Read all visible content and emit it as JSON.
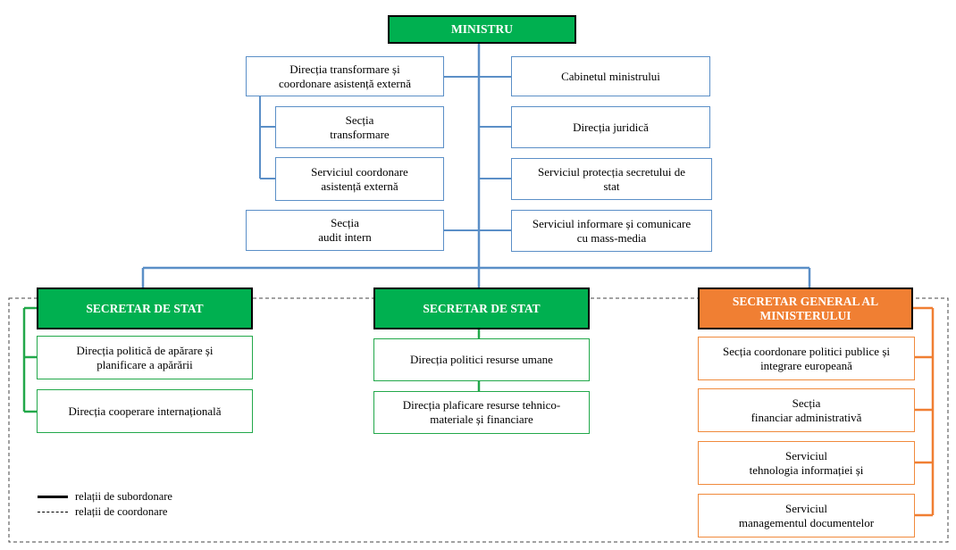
{
  "top": {
    "minister": "MINISTRU"
  },
  "left_units": {
    "directia_transformare": "Direcția transformare și\ncoordonare asistență externă",
    "sectia_transformare": "Secția\ntransformare",
    "serviciul_coordonare": "Serviciul coordonare\nasistență externă",
    "sectia_audit": "Secția\naudit intern"
  },
  "right_units": {
    "cabinetul": "Cabinetul ministrului",
    "directia_juridica": "Direcția juridică",
    "serviciul_protectia": "Serviciul protecția secretului de\nstat",
    "serviciul_informare": "Serviciul informare și comunicare\ncu mass-media"
  },
  "branches": {
    "secretar_stat_1": {
      "title": "SECRETAR DE STAT",
      "units": [
        "Direcția politică de apărare și\nplanificare a apărării",
        "Direcția cooperare internațională"
      ]
    },
    "secretar_stat_2": {
      "title": "SECRETAR DE STAT",
      "units": [
        "Direcția politici resurse umane",
        "Direcția plaficare resurse tehnico-\nmateriale și financiare"
      ]
    },
    "secretar_general": {
      "title": "SECRETAR GENERAL AL\nMINISTERULUI",
      "units": [
        "Secția coordonare politici publice și\nintegrare europeană",
        "Secția\nfinanciar administrativă",
        "Serviciul\ntehnologia informației și",
        "Serviciul\nmanagementul documentelor"
      ]
    }
  },
  "legend": {
    "subordonare": "relații de subordonare",
    "coordonare": "relații de coordonare"
  },
  "colors": {
    "blue_line": "#5b8fc7",
    "green": "#00b050",
    "green_line": "#22a84a",
    "orange": "#f07f33"
  }
}
